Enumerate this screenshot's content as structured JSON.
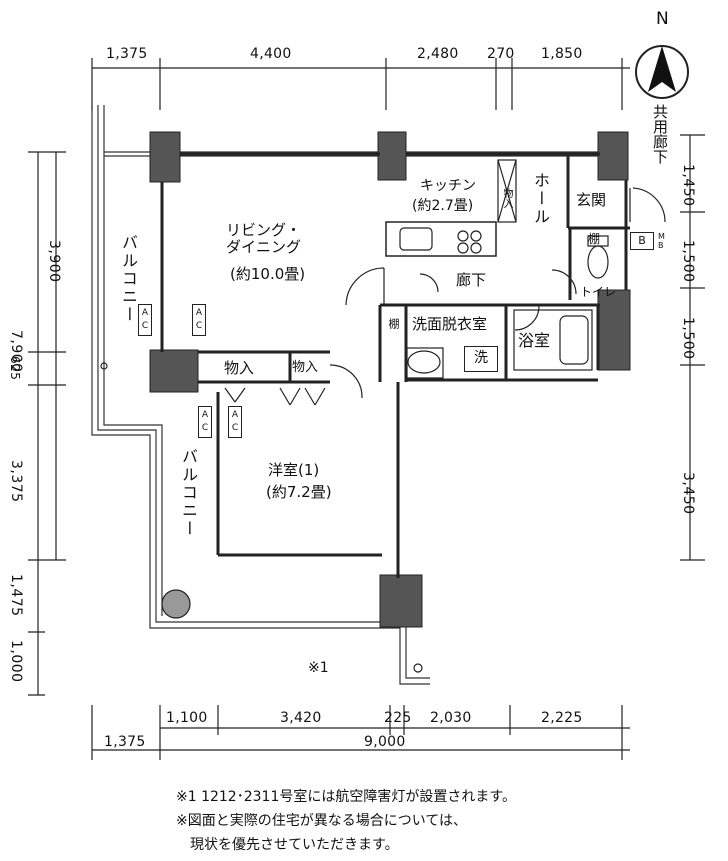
{
  "compass": {
    "label": "N"
  },
  "corridor_label": "共用廊下",
  "top_dims": [
    "1,375",
    "4,400",
    "2,480",
    "270",
    "1,850"
  ],
  "bottom_dims_row1": [
    "1,100",
    "3,420",
    "225",
    "2,030",
    "2,225"
  ],
  "bottom_dims_row2": [
    "1,375",
    "9,000"
  ],
  "left_dims": [
    "3,900",
    "7,900",
    "625",
    "3,375",
    "1,475",
    "1,000"
  ],
  "right_dims": [
    "1,450",
    "1,500",
    "1,500",
    "3,450"
  ],
  "rooms": {
    "living": {
      "name": "リビング・\nダイニング",
      "size": "(約10.0畳)"
    },
    "kitchen": {
      "name": "キッチン",
      "size": "(約2.7畳)"
    },
    "hall": "ホール",
    "entrance": "玄関",
    "hallway": "廊下",
    "washroom": "洗面脱衣室",
    "bathroom": "浴室",
    "toilet": "トイレ",
    "shelf": "棚",
    "washer": "洗",
    "closet1": "物入",
    "closet2": "物入",
    "closet_kitchen": "物入",
    "western": {
      "name": "洋室(1)",
      "size": "(約7.2畳)"
    },
    "balcony_top": "バルコニー",
    "balcony_bottom": "バルコニー",
    "mb": "M\nB",
    "b": "B",
    "ac": "A\nC",
    "note_mark": "※1"
  },
  "notes": [
    "※1 1212･2311号室には航空障害灯が設置されます。",
    "※図面と実際の住宅が異なる場合については、",
    "現状を優先させていただきます。"
  ]
}
